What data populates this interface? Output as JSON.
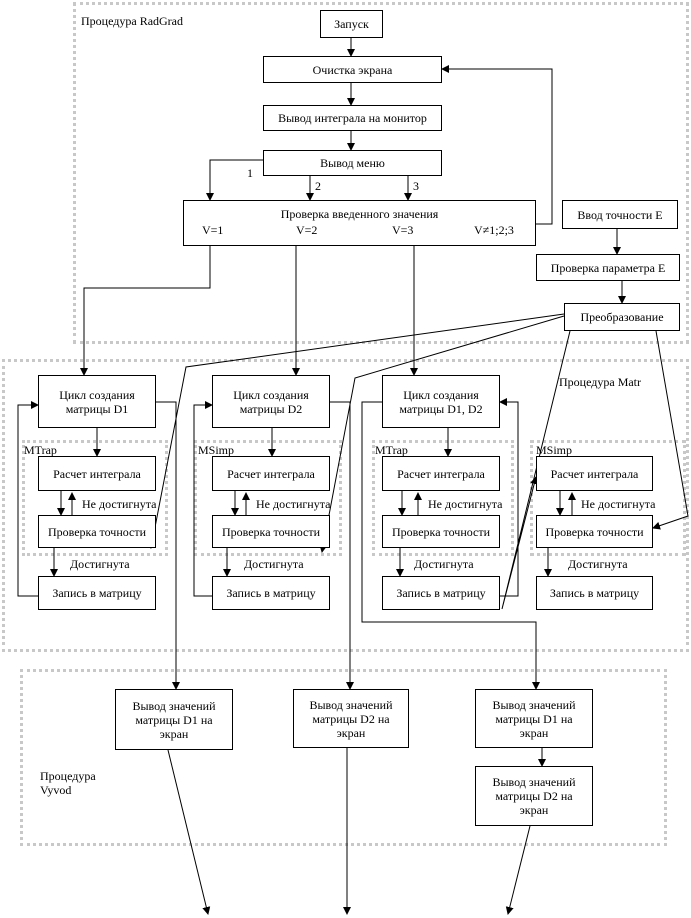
{
  "regions": {
    "radgrad": "Процедура RadGrad",
    "matr": "Процедура Matr",
    "vyvod": "Процедура\nVyvod",
    "mtrap_1": "MTrap",
    "msimp_1": "MSimp",
    "mtrap_2": "MTrap",
    "msimp_2": "MSimp"
  },
  "boxes": {
    "start": "Запуск",
    "clear": "Очистка экрана",
    "show_integral": "Вывод интеграла на монитор",
    "menu": "Вывод меню",
    "check_value_title": "Проверка введенного значения",
    "check_value_v1": "V=1",
    "check_value_v2": "V=2",
    "check_value_v3": "V=3",
    "check_value_vother": "V≠1;2;3",
    "input_e": "Ввод точности E",
    "check_e": "Проверка параметра E",
    "transform": "Преобразование",
    "cycle_d1": "Цикл создания\nматрицы D1",
    "cycle_d2": "Цикл создания\nматрицы D2",
    "cycle_d1d2": "Цикл создания\nматрицы D1, D2",
    "calc_1": "Расчет интеграла",
    "calc_2": "Расчет интеграла",
    "calc_3": "Расчет интеграла",
    "calc_4": "Расчет интеграла",
    "check_1": "Проверка точности",
    "check_2": "Проверка точности",
    "check_3": "Проверка точности",
    "check_4": "Проверка точности",
    "write_1": "Запись в матрицу",
    "write_2": "Запись в матрицу",
    "write_3": "Запись в матрицу",
    "write_4": "Запись в матрицу",
    "out_d1": "Вывод значений\nматрицы D1 на\nэкран",
    "out_d2": "Вывод значений\nматрицы D2 на\nэкран",
    "out_d1_b": "Вывод значений\nматрицы D1 на\nэкран",
    "out_d2_b": "Вывод значений\nматрицы D2 на\nэкран"
  },
  "labels": {
    "branch_1": "1",
    "branch_2": "2",
    "branch_3": "3",
    "not_reached_1": "Не достигнута",
    "not_reached_2": "Не достигнута",
    "not_reached_3": "Не достигнута",
    "not_reached_4": "Не достигнута",
    "reached_1": "Достигнута",
    "reached_2": "Достигнута",
    "reached_3": "Достигнута",
    "reached_4": "Достигнута"
  }
}
